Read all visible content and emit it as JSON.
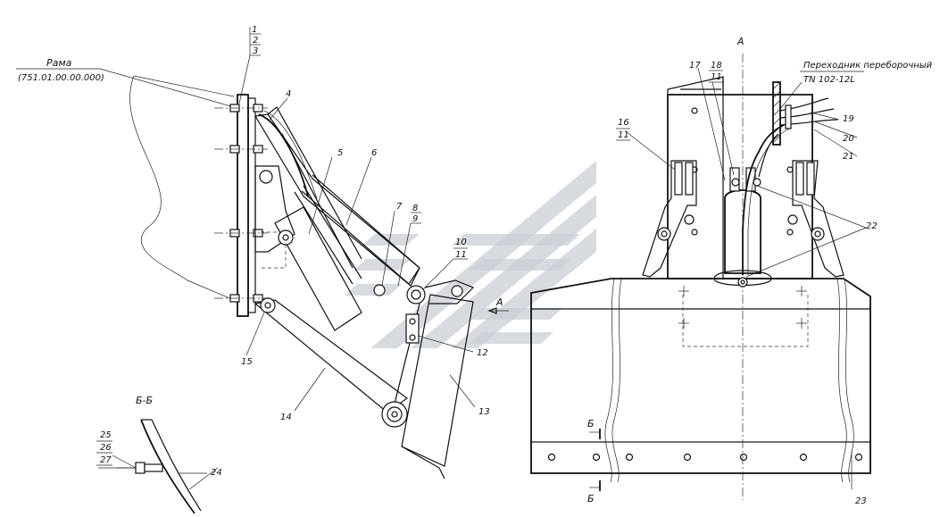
{
  "frame_label": "Рама",
  "frame_code": "(751.01.00.00.000)",
  "view_label": "А",
  "section_label": "Б-Б",
  "section_mark": "Б",
  "arrow_label": "А",
  "adapter_label": "Переходник переборочный",
  "adapter_code": "TN 102-12L",
  "callouts": {
    "c1": "1",
    "c2": "2",
    "c3": "3",
    "c4": "4",
    "c5": "5",
    "c6": "6",
    "c7": "7",
    "c8": "8",
    "c9": "9",
    "c10": "10",
    "c11": "11",
    "c12": "12",
    "c13": "13",
    "c14": "14",
    "c15": "15",
    "c16": "16",
    "c16b": "11",
    "c17": "17",
    "c18": "18",
    "c18b": "11",
    "c19": "19",
    "c20": "20",
    "c21": "21",
    "c22": "22",
    "c23": "23",
    "c24": "24",
    "c25": "25",
    "c26": "26",
    "c27": "27"
  },
  "watermark_color": "#c9cfd6"
}
